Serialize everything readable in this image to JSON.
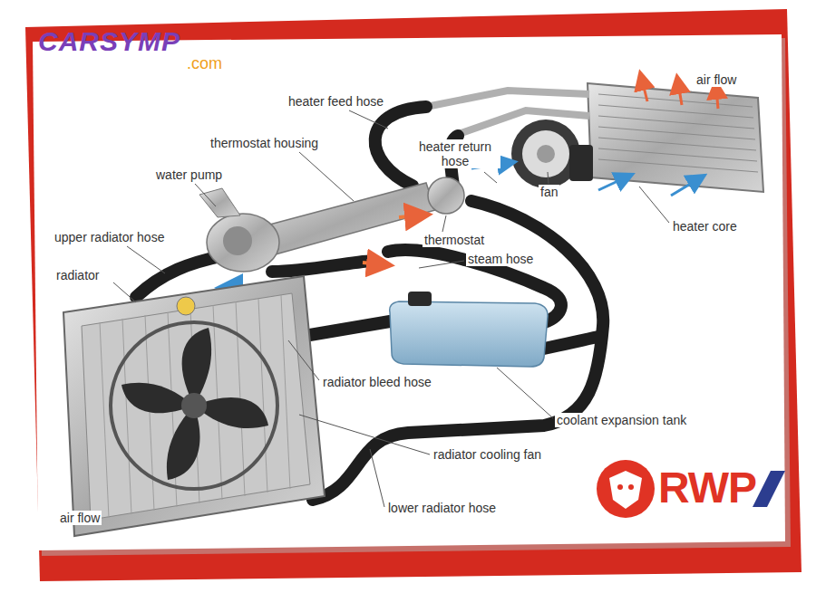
{
  "diagram": {
    "labels": [
      "CARSYMP",
      ".com",
      "heater feed hose",
      "air flow",
      "thermostat housing",
      "heater return hose",
      "water pump",
      "fan",
      "heater core",
      "thermostat",
      "upper radiator hose",
      "steam hose",
      "radiator",
      "radiator bleed hose",
      "coolant expansion tank",
      "radiator cooling fan",
      "air flow",
      "lower radiator hose",
      "RWP"
    ]
  }
}
